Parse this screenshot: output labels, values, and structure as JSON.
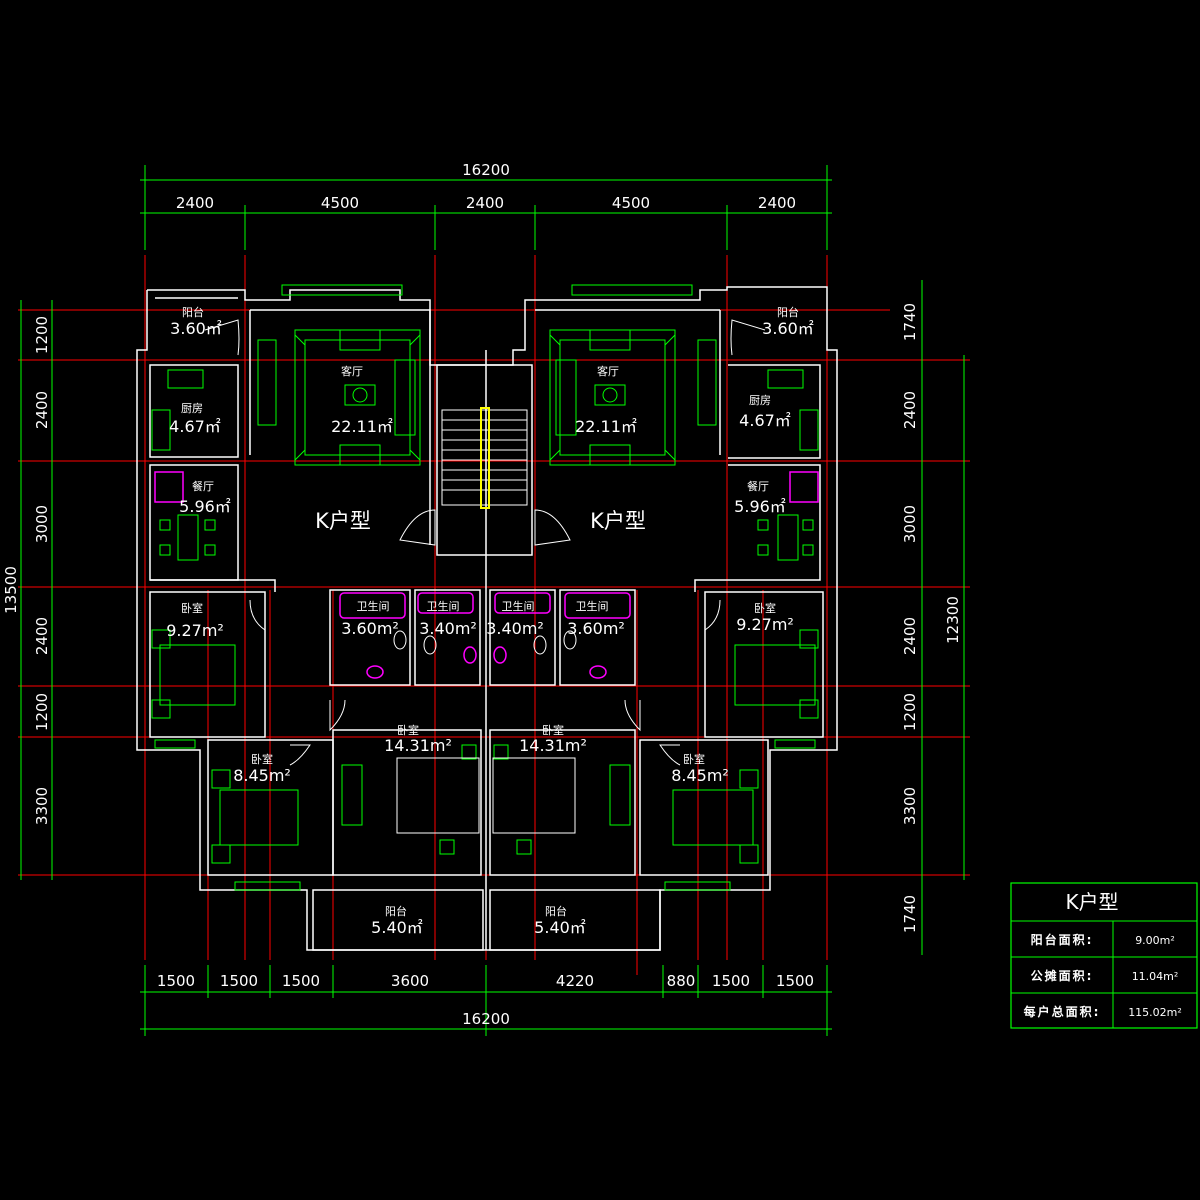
{
  "colors": {
    "background": "#000000",
    "walls": "#ffffff",
    "dimension_lines": "#00ff00",
    "axis_lines": "#ff0000",
    "furniture": "#00ff00",
    "fixtures": "#ff00ff",
    "stair_handrail": "#ffff00"
  },
  "dimensions": {
    "top_total": "16200",
    "top_segments": [
      "2400",
      "4500",
      "2400",
      "4500",
      "2400"
    ],
    "bottom_segments": [
      "1500",
      "1500",
      "1500",
      "3600",
      "4220",
      "880",
      "1500",
      "1500"
    ],
    "bottom_total": "16200",
    "left_total": "13500",
    "left_segments": [
      "1200",
      "2400",
      "3000",
      "2400",
      "1200",
      "3300"
    ],
    "right_segments": [
      "1740",
      "2400",
      "3000",
      "2400",
      "1200",
      "3300",
      "1740"
    ],
    "right_total": "12300"
  },
  "rooms": {
    "balcony_top": {
      "name": "阳台",
      "area": "3.60㎡"
    },
    "living": {
      "name": "客厅",
      "area": "22.11㎡"
    },
    "kitchen": {
      "name": "厨房",
      "area": "4.67㎡"
    },
    "dining": {
      "name": "餐厅",
      "area": "5.96㎡"
    },
    "bedroom_small": {
      "name": "卧室",
      "area": "9.27m²"
    },
    "bath_outer": {
      "name": "卫生间",
      "area": "3.60m²"
    },
    "bath_inner": {
      "name": "卫生间",
      "area": "3.40m²"
    },
    "bedroom_master": {
      "name": "卧室",
      "area": "14.31m²"
    },
    "bedroom_corner": {
      "name": "卧室",
      "area": "8.45m²"
    },
    "balcony_bottom": {
      "name": "阳台",
      "area": "5.40㎡"
    }
  },
  "unit_label": "K户型",
  "title_block": {
    "title": "K户型",
    "rows": [
      {
        "label": "阳台面积:",
        "value": "9.00m²"
      },
      {
        "label": "公摊面积:",
        "value": "11.04m²"
      },
      {
        "label": "每户总面积:",
        "value": "115.02m²"
      }
    ]
  }
}
